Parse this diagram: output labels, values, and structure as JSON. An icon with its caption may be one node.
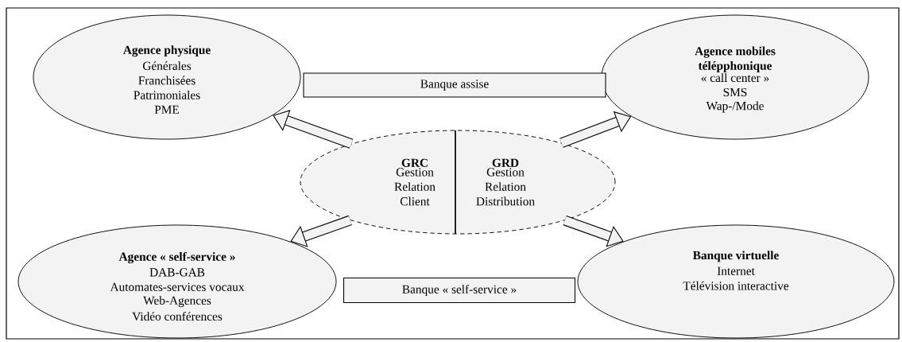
{
  "diagram": {
    "nodes": [
      {
        "text": [
          "Agence physique",
          "Générales",
          "Franchisées",
          "Patrimoniales",
          "PME"
        ]
      },
      {
        "text": [
          "Agence mobiles télépphonique",
          "« call center »",
          "SMS",
          "Wap-/Mode"
        ]
      },
      {
        "text": [
          "GRC",
          "Gestion Relation Client",
          "GRD",
          "Gestion Relation Distribution"
        ]
      },
      {
        "text": [
          "Agence « self-service »",
          "DAB-GAB",
          "Automates-services vocaux",
          "Web-Agences",
          "Vidéo conférences"
        ]
      },
      {
        "text": [
          "Banque virtuelle",
          "Internet",
          "Télévision interactive"
        ]
      },
      {
        "text": [
          "Banque assise"
        ]
      },
      {
        "text": [
          "Banque « self-service »"
        ]
      }
    ],
    "edges": [
      {
        "from": 2,
        "to": 0,
        "arrow": "to"
      },
      {
        "from": 2,
        "to": 1,
        "arrow": "to"
      },
      {
        "from": 2,
        "to": 3,
        "arrow": "to"
      },
      {
        "from": 2,
        "to": 4,
        "arrow": "to"
      }
    ]
  }
}
